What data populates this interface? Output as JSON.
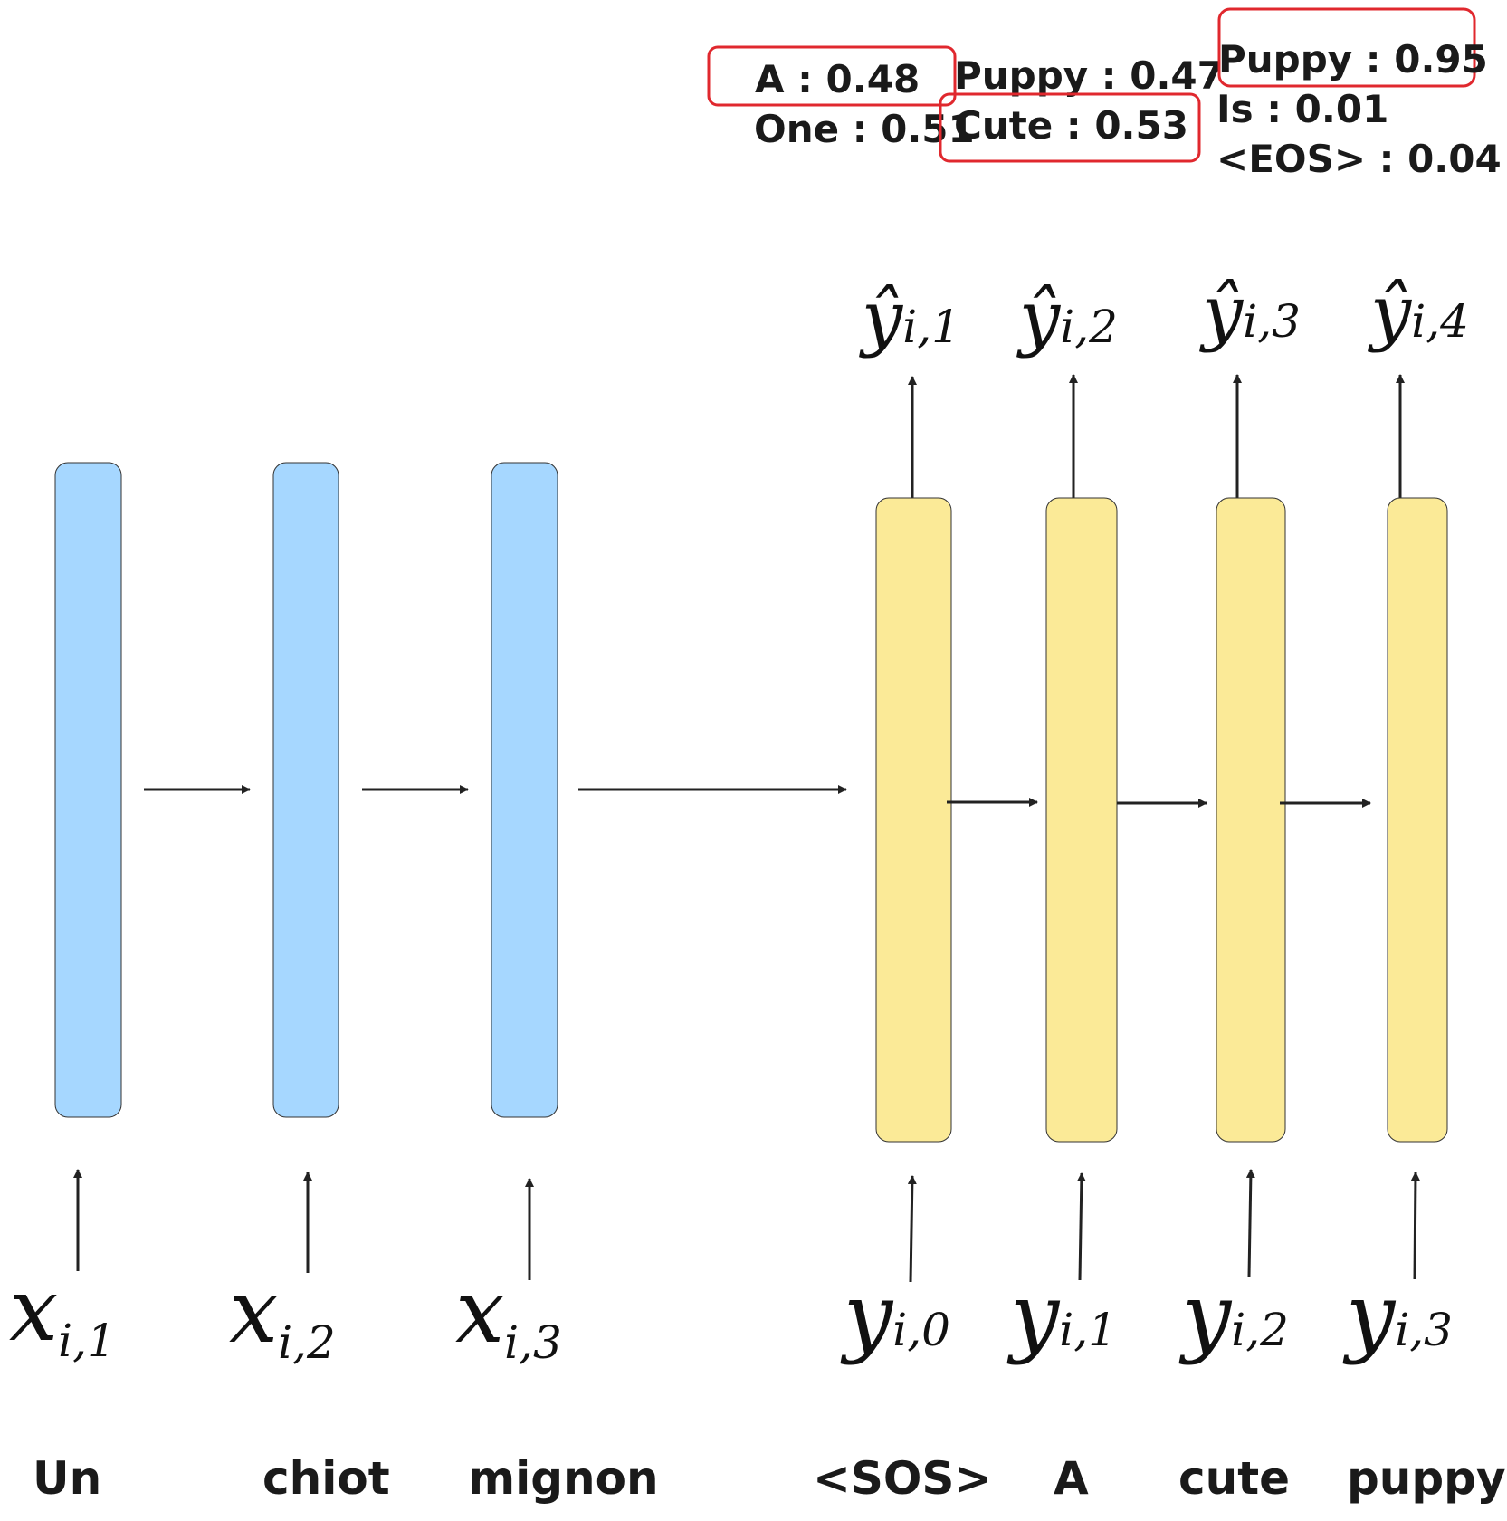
{
  "encoder": {
    "fill": "#a6d7ff",
    "inputs": [
      {
        "var": "x",
        "sub": "i,1",
        "word": "Un"
      },
      {
        "var": "x",
        "sub": "i,2",
        "word": "chiot"
      },
      {
        "var": "x",
        "sub": "i,3",
        "word": "mignon"
      }
    ]
  },
  "decoder": {
    "fill": "#fbea97",
    "inputs": [
      {
        "var": "y",
        "sub": "i,0",
        "word": "<SOS>"
      },
      {
        "var": "y",
        "sub": "i,1",
        "word": "A"
      },
      {
        "var": "y",
        "sub": "i,2",
        "word": "cute"
      },
      {
        "var": "y",
        "sub": "i,3",
        "word": "puppy"
      }
    ],
    "outputs": [
      {
        "var": "ŷ",
        "sub": "i,1"
      },
      {
        "var": "ŷ",
        "sub": "i,2"
      },
      {
        "var": "ŷ",
        "sub": "i,3"
      },
      {
        "var": "ŷ",
        "sub": "i,4"
      }
    ]
  },
  "probabilities": {
    "highlight_color": "#e0282e",
    "step1": {
      "a": "A : 0.48",
      "b": "One : 0.51"
    },
    "step2": {
      "a": "Puppy : 0.47",
      "b": "Cute : 0.53"
    },
    "step3": {
      "a": "Puppy : 0.95",
      "b": "Is : 0.01",
      "c": "<EOS> : 0.04"
    }
  }
}
